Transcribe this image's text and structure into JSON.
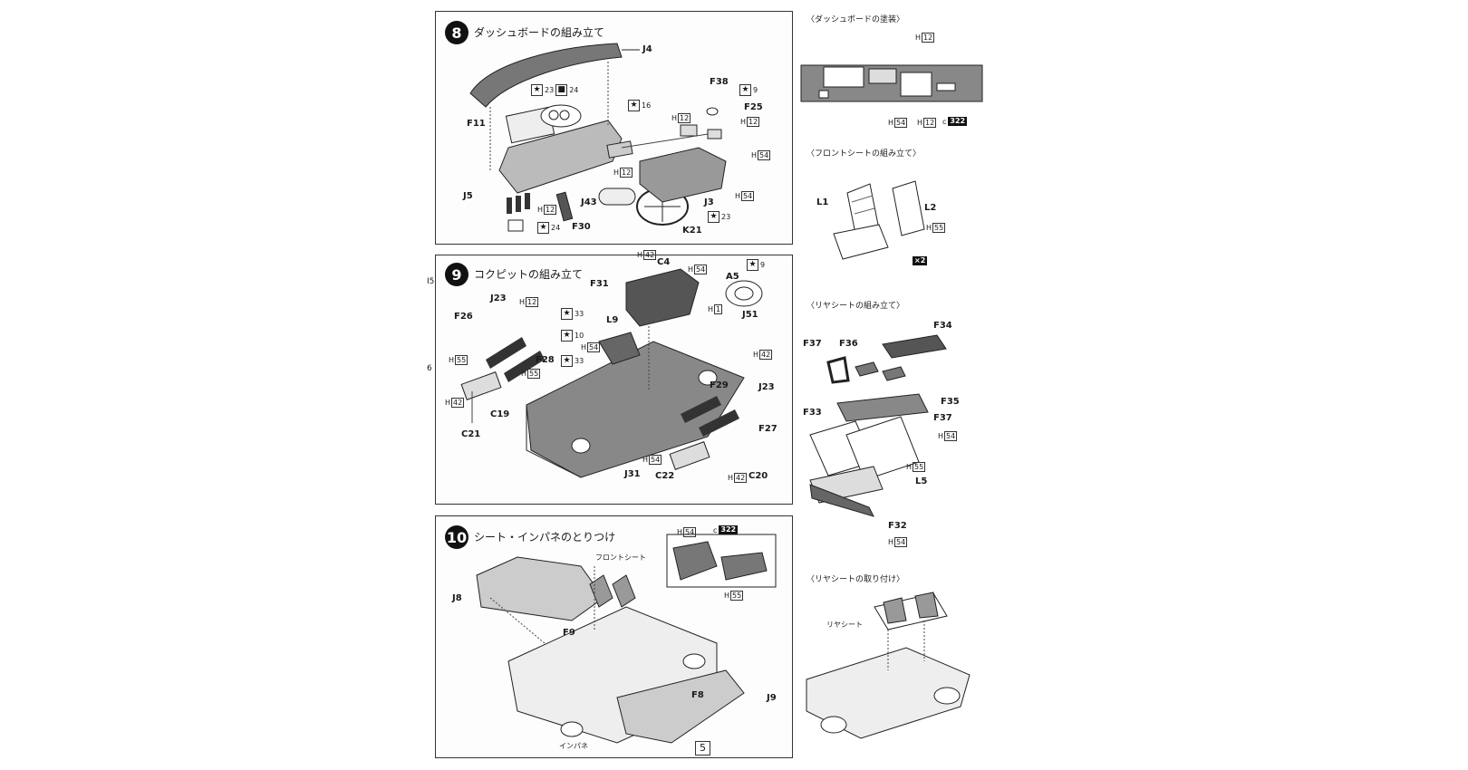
{
  "page_number": "5",
  "side_marks": [
    "I5",
    "6"
  ],
  "step8": {
    "number": "8",
    "title": "ダッシュボードの組み立て",
    "labels": [
      "J4",
      "F11",
      "J5",
      "J43",
      "F30",
      "J3",
      "K21",
      "F38",
      "F25"
    ],
    "h_codes": [
      "12",
      "12",
      "12",
      "12",
      "54",
      "54"
    ],
    "stars": [
      "23",
      "24",
      "16",
      "9",
      "23",
      "24"
    ]
  },
  "step9": {
    "number": "9",
    "title": "コクピットの組み立て",
    "labels": [
      "C4",
      "A5",
      "J51",
      "F31",
      "J23",
      "F26",
      "F28",
      "L9",
      "C19",
      "C21",
      "J31",
      "C22",
      "C20",
      "F29",
      "J23",
      "F27"
    ],
    "h_codes": [
      "42",
      "54",
      "1",
      "12",
      "55",
      "55",
      "54",
      "42",
      "42",
      "54",
      "42"
    ],
    "stars": [
      "9",
      "33",
      "10",
      "33"
    ]
  },
  "step10": {
    "number": "10",
    "title": "シート・インパネのとりつけ",
    "labels": [
      "J8",
      "F9",
      "F8",
      "J9"
    ],
    "front_seat": "フロントシート",
    "instrument_panel": "インパネ",
    "h_codes": [
      "54",
      "55"
    ],
    "c_code": "322"
  },
  "right": {
    "dash_paint_title": "〈ダッシュボードの塗装〉",
    "dash_h_codes": [
      "12",
      "54",
      "12"
    ],
    "dash_c_code": "322",
    "front_seat_title": "〈フロントシートの組み立て〉",
    "front_seat_labels": [
      "L1",
      "L2"
    ],
    "front_seat_h": "55",
    "x2": "×2",
    "rear_seat_title": "〈リヤシートの組み立て〉",
    "rear_seat_labels": [
      "F34",
      "F37",
      "F36",
      "F33",
      "F35",
      "F37",
      "L5",
      "F32"
    ],
    "rear_seat_h": [
      "54",
      "55",
      "54"
    ],
    "rear_mount_title": "〈リヤシートの取り付け〉",
    "rear_seat_text": "リヤシート"
  }
}
